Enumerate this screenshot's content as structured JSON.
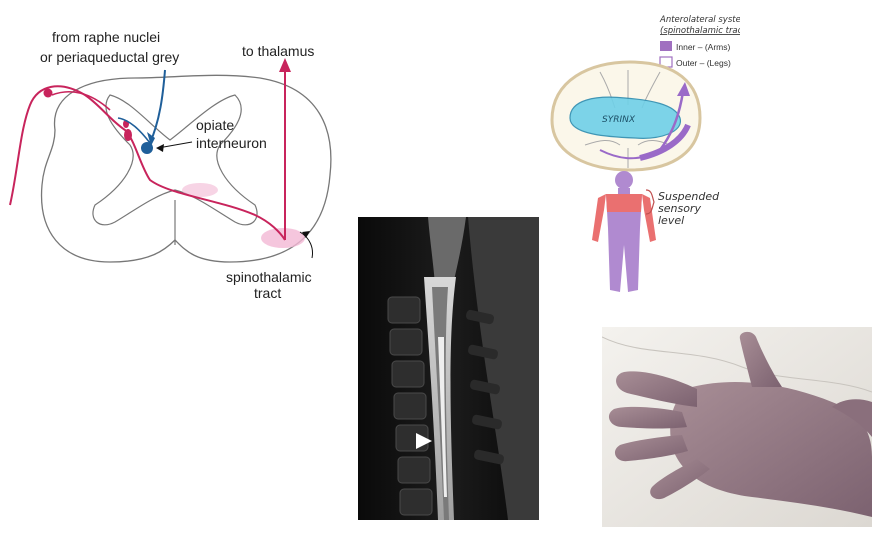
{
  "cord_diagram": {
    "label_source": [
      "from raphe nuclei",
      "or periaqueductal grey"
    ],
    "label_thalamus": "to thalamus",
    "label_interneuron": [
      "opiate",
      "interneuron"
    ],
    "label_tract": [
      "spinothalamic",
      "tract"
    ],
    "colors": {
      "pain_fiber": "#c8245c",
      "descending": "#1f5f9a",
      "tract_shade": "#f2b8d4"
    }
  },
  "mri": {
    "marker": "white-arrowhead-icon"
  },
  "syrinx_diagram": {
    "legend_title": [
      "Anterolateral system",
      "(spinothalamic tract)"
    ],
    "legend_items": [
      {
        "label": "Inner – (Arms)",
        "color": "#a070c0",
        "filled": true
      },
      {
        "label": "Outer – (Legs)",
        "color": "#a070c0",
        "filled": false
      }
    ],
    "syrinx_label": "SYRINX",
    "sensory_label": [
      "Suspended",
      "sensory",
      "level"
    ],
    "colors": {
      "syrinx": "#6fd0e8",
      "cord_outline": "#d8c6a0",
      "tract": "#9a6ac8",
      "band": "#ea7070",
      "body": "#b08ad0"
    }
  },
  "hand_photo": {
    "subject": "hand-photo"
  }
}
